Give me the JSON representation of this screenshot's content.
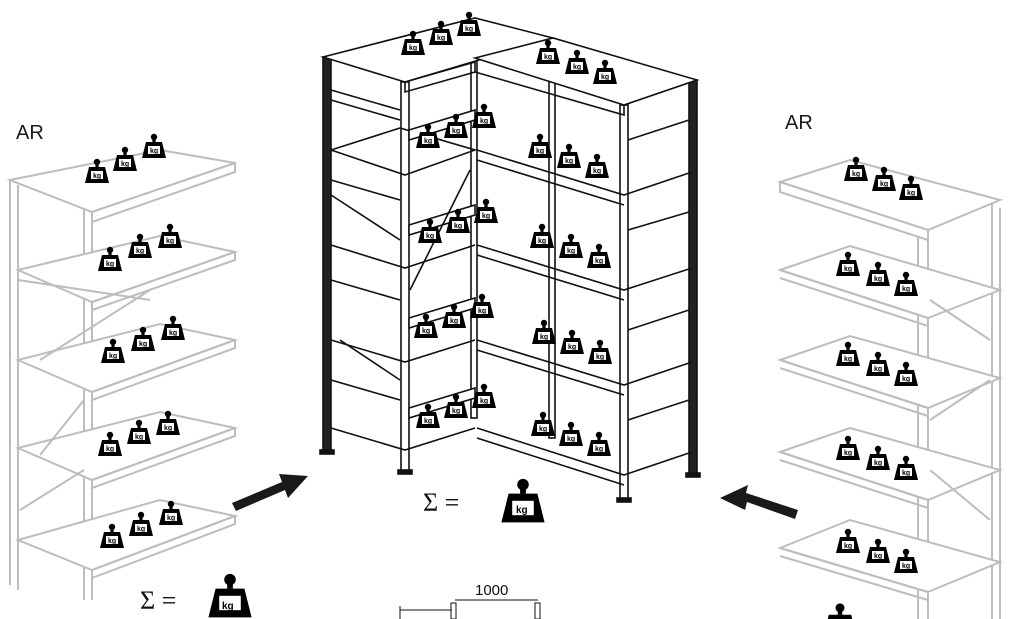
{
  "labels": {
    "left_rack": "AR",
    "right_rack": "AR",
    "sum_symbol": "Σ =",
    "weight_unit": "kg",
    "dimension": "1000"
  },
  "colors": {
    "frame_dark": "#111111",
    "frame_light": "#b9b9b9",
    "arrow": "#1a1a1a"
  },
  "icons": [
    "weight-kg-icon",
    "arrow-right-icon",
    "arrow-left-icon"
  ]
}
